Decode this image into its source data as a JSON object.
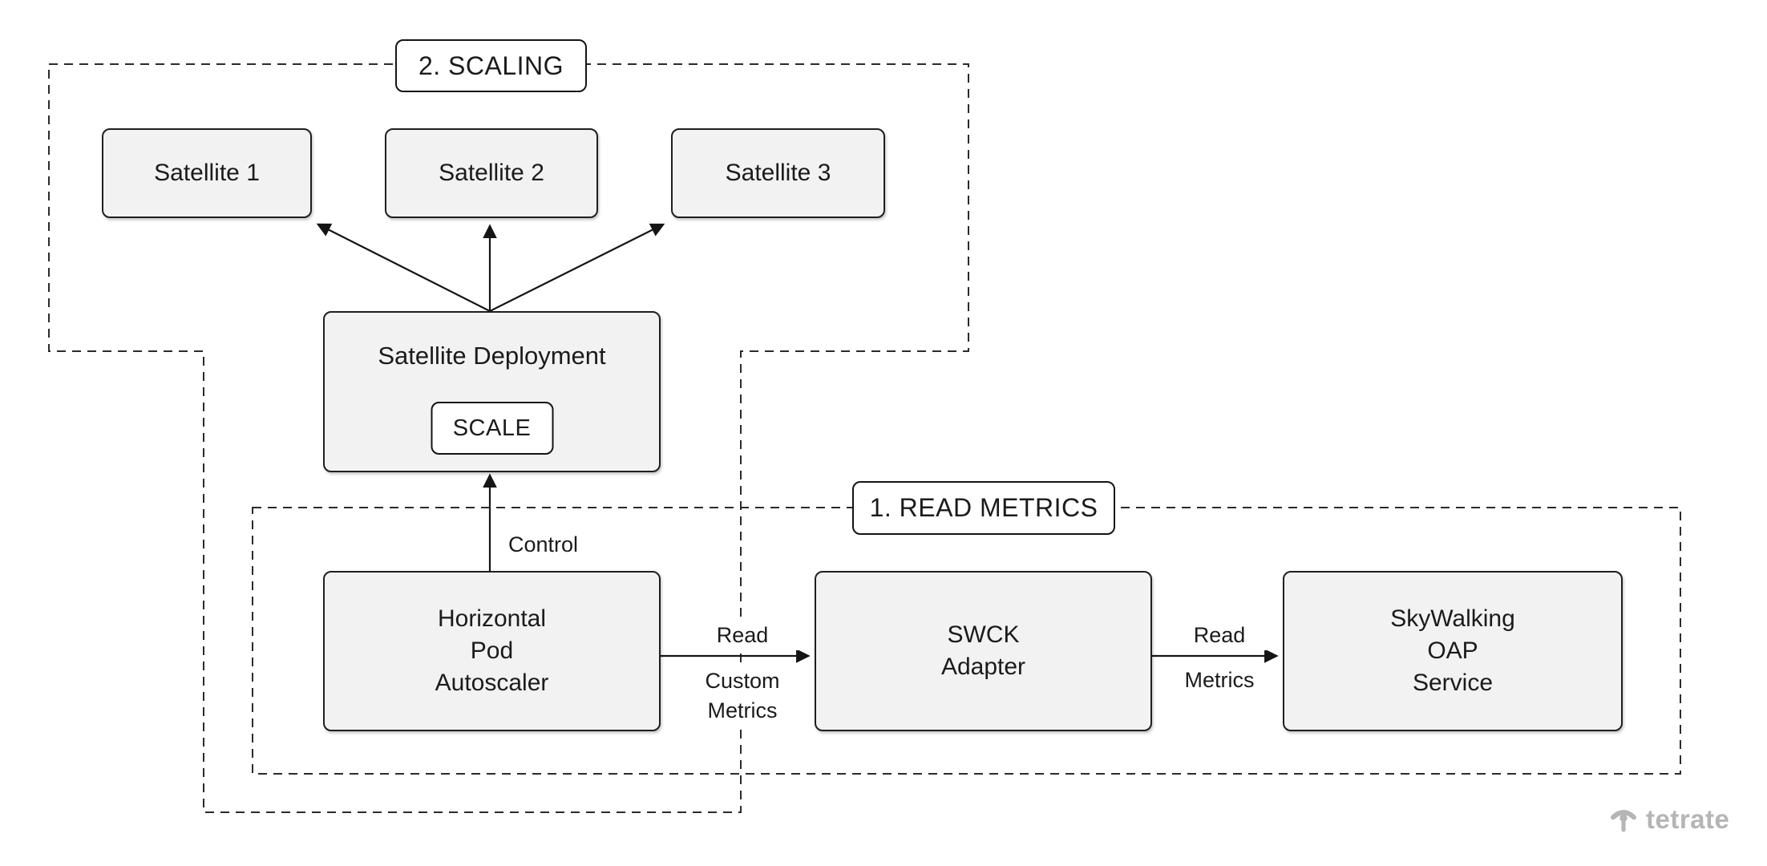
{
  "regions": {
    "scaling": {
      "label": "2. SCALING"
    },
    "read_metrics": {
      "label": "1. READ METRICS"
    }
  },
  "nodes": {
    "satellite1": {
      "label": "Satellite 1"
    },
    "satellite2": {
      "label": "Satellite 2"
    },
    "satellite3": {
      "label": "Satellite 3"
    },
    "satellite_deployment": {
      "label": "Satellite Deployment",
      "button_label": "SCALE"
    },
    "hpa": {
      "lines": [
        "Horizontal",
        "Pod",
        "Autoscaler"
      ]
    },
    "swck": {
      "lines": [
        "SWCK",
        "Adapter"
      ]
    },
    "oap": {
      "lines": [
        "SkyWalking",
        "OAP",
        "Service"
      ]
    }
  },
  "edge_labels": {
    "control": "Control",
    "hpa_to_swck_above": "Read",
    "hpa_to_swck_below_line1": "Custom",
    "hpa_to_swck_below_line2": "Metrics",
    "swck_to_oap_above": "Read",
    "swck_to_oap_below": "Metrics"
  },
  "branding": {
    "wordmark": "tetrate"
  },
  "colors": {
    "background": "#ffffff",
    "node_fill": "#f2f2f2",
    "node_border": "#1f1f1f",
    "dashed_line": "#2b2b2b",
    "arrow": "#151515",
    "text": "#1b1b1b",
    "logo_gray": "#b5b5b5"
  }
}
